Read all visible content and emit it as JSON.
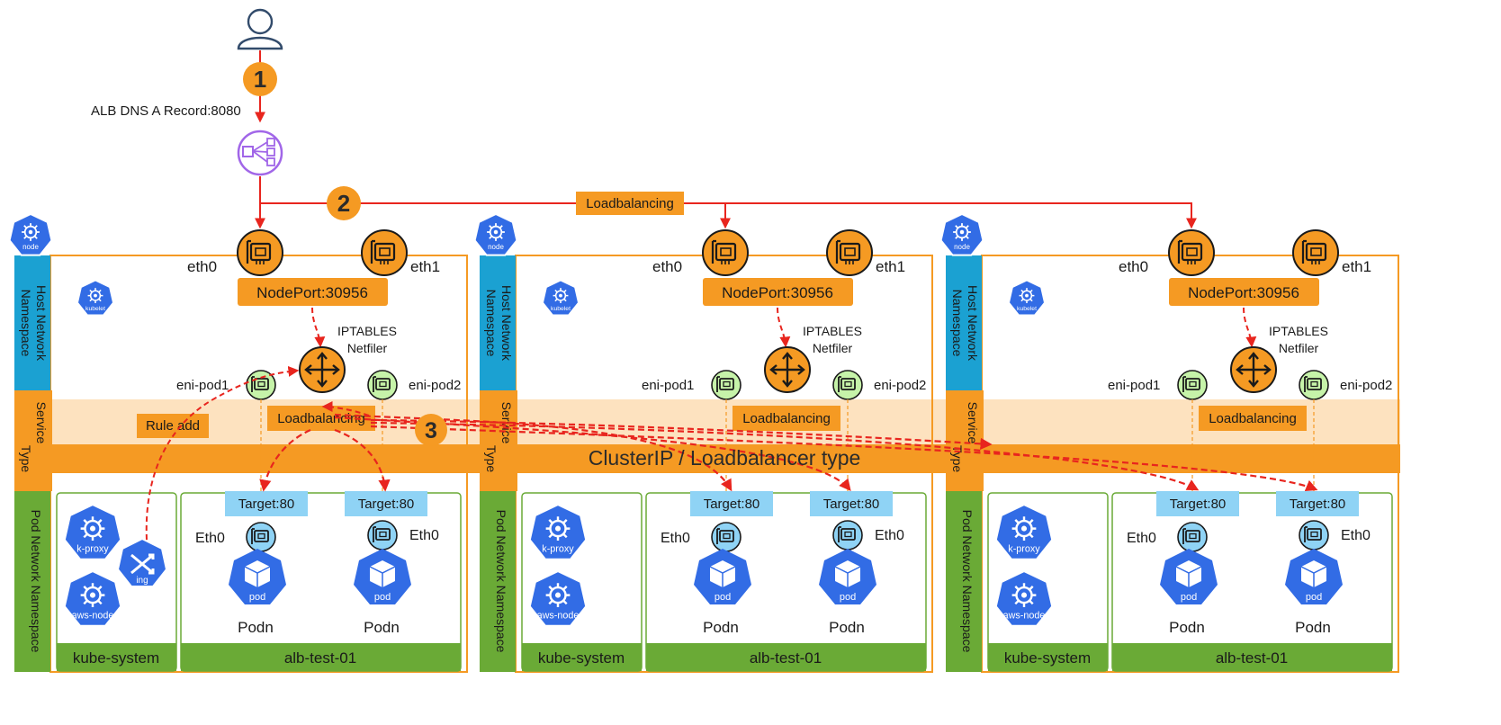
{
  "top": {
    "dns_label": "ALB DNS A Record:8080",
    "step1": "1",
    "step2": "2",
    "step3": "3",
    "loadbalancing": "Loadbalancing",
    "rule_add": "Rule add"
  },
  "band": {
    "cluster_type": "ClusterIP / Loadbalancer type"
  },
  "node": {
    "badge": "node",
    "kubelet": "kubelet",
    "eth0": "eth0",
    "eth1": "eth1",
    "nodeport": "NodePort:30956",
    "iptables": "IPTABLES",
    "netfiler": "Netfiler",
    "eni_pod1": "eni-pod1",
    "eni_pod2": "eni-pod2",
    "loadbalancing": "Loadbalancing",
    "host_ns_1": "Host Network",
    "host_ns_2": "Namespace",
    "svc_type_1": "Service",
    "svc_type_2": "Type",
    "pod_ns": "Pod Network  Namespace",
    "kube_proxy": "k-proxy",
    "aws_node": "aws-node",
    "ing": "ing",
    "target": "Target:80",
    "eth0_pod": "Eth0",
    "pod_label": "pod",
    "podn": "Podn",
    "kube_system": "kube-system",
    "app_ns": "alb-test-01"
  },
  "colors": {
    "orange": "#f59a23",
    "orange_light": "#fde2bf",
    "blue_band": "#1ba1d2",
    "green_band": "#6aaa36",
    "k8s_blue": "#326ce5",
    "target_blue": "#8fd3f5",
    "red": "#e8251e",
    "green_node": "#c6f3a9",
    "alb_purple": "#a166e8"
  }
}
